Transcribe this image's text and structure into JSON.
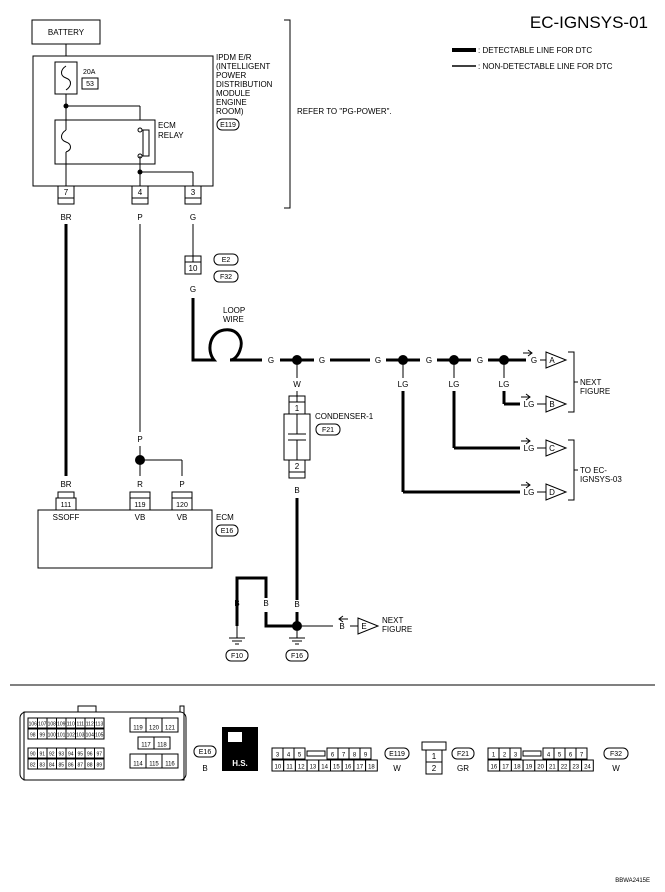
{
  "header": {
    "code": "EC-IGNSYS-01"
  },
  "legend": {
    "detectable": ": DETECTABLE LINE FOR DTC",
    "non_detectable": ": NON-DETECTABLE LINE FOR DTC"
  },
  "battery": {
    "label": "BATTERY"
  },
  "ipdm": {
    "fuse_amp": "20A",
    "fuse_no": "53",
    "relay_label1": "ECM",
    "relay_label2": "RELAY",
    "name_lines": [
      "IPDM E/R",
      "(INTELLIGENT",
      "POWER",
      "DISTRIBUTION",
      "MODULE",
      "ENGINE",
      "ROOM)"
    ],
    "connector": "E119",
    "pins": [
      "7",
      "4",
      "3"
    ],
    "refer": "REFER TO \"PG-POWER\"."
  },
  "wires": {
    "br": "BR",
    "p": "P",
    "g": "G",
    "w": "W",
    "lg": "LG",
    "r": "R",
    "b": "B"
  },
  "joint": {
    "e2": "E2",
    "pin10": "10",
    "f32": "F32"
  },
  "loop_wire": [
    "LOOP",
    "WIRE"
  ],
  "condenser": {
    "name": "CONDENSER-1",
    "connector": "F21",
    "pin1": "1",
    "pin2": "2"
  },
  "arrows": {
    "a": "A",
    "b": "B",
    "c": "C",
    "d": "D",
    "e": "E"
  },
  "next_figure": [
    "NEXT",
    "FIGURE"
  ],
  "to_ec": [
    "TO EC-",
    "IGNSYS-03"
  ],
  "ecm": {
    "name": "ECM",
    "connector": "E16",
    "pins": [
      "111",
      "119",
      "120"
    ],
    "pin_labels": [
      "SSOFF",
      "VB",
      "VB"
    ]
  },
  "grounds": {
    "f10": "F10",
    "f16": "F16"
  },
  "bottom": {
    "e16_grid_top": [
      "106",
      "107",
      "108",
      "109",
      "110",
      "111",
      "112",
      "113"
    ],
    "e16_grid_mid": [
      "98",
      "99",
      "100",
      "101",
      "102",
      "103",
      "104",
      "105"
    ],
    "e16_grid_r1": [
      "119",
      "120",
      "121"
    ],
    "e16_grid_r2": [
      "117",
      "118"
    ],
    "e16_grid_low1": [
      "90",
      "91",
      "92",
      "93",
      "94",
      "95",
      "96",
      "97"
    ],
    "e16_grid_low2": [
      "82",
      "83",
      "84",
      "85",
      "86",
      "87",
      "88",
      "89"
    ],
    "e16_grid_r3": [
      "114",
      "115",
      "116"
    ],
    "e16_label": "E16",
    "e16_color": "B",
    "hs": "H.S.",
    "e119_top": [
      "3",
      "4",
      "5",
      "6",
      "7",
      "8",
      "9"
    ],
    "e119_bot": [
      "10",
      "11",
      "12",
      "13",
      "14",
      "15",
      "16",
      "17",
      "18"
    ],
    "e119_label": "E119",
    "e119_color": "W",
    "f21_top": "1",
    "f21_bot": "2",
    "f21_label": "F21",
    "f21_color": "GR",
    "f32_top": [
      "1",
      "2",
      "3",
      "4",
      "5",
      "6",
      "7"
    ],
    "f32_bot": [
      "16",
      "17",
      "18",
      "19",
      "20",
      "21",
      "22",
      "23",
      "24"
    ],
    "f32_label": "F32",
    "f32_color": "W"
  },
  "footer": {
    "code": "BBWA2415E"
  }
}
